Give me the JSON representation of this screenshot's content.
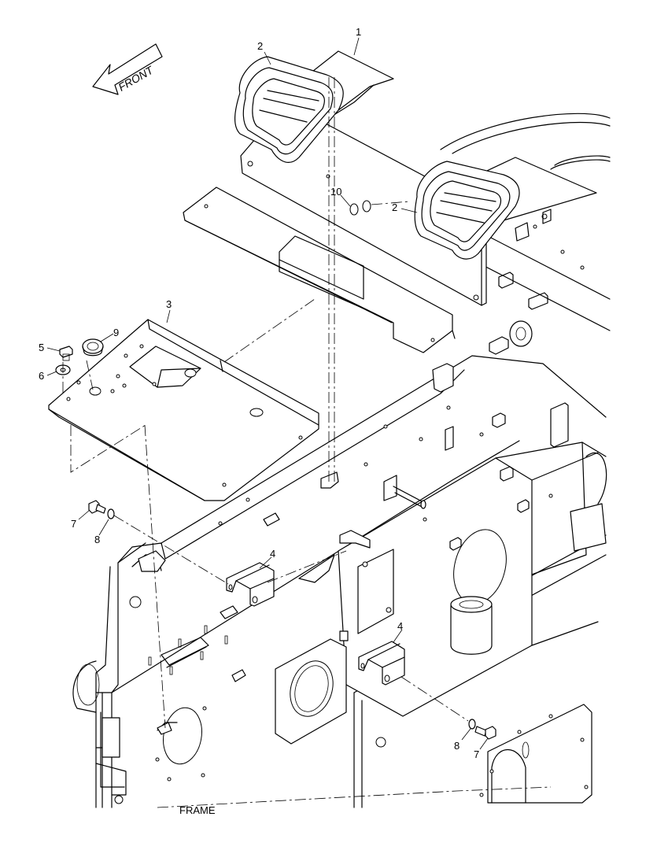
{
  "direction_label": "FRONT",
  "frame_label": "FRAME",
  "callouts": {
    "c1": "1",
    "c2a": "2",
    "c2b": "2",
    "c3": "3",
    "c4a": "4",
    "c4b": "4",
    "c5": "5",
    "c6": "6",
    "c7a": "7",
    "c7b": "7",
    "c8a": "8",
    "c8b": "8",
    "c9": "9",
    "c10": "10"
  }
}
